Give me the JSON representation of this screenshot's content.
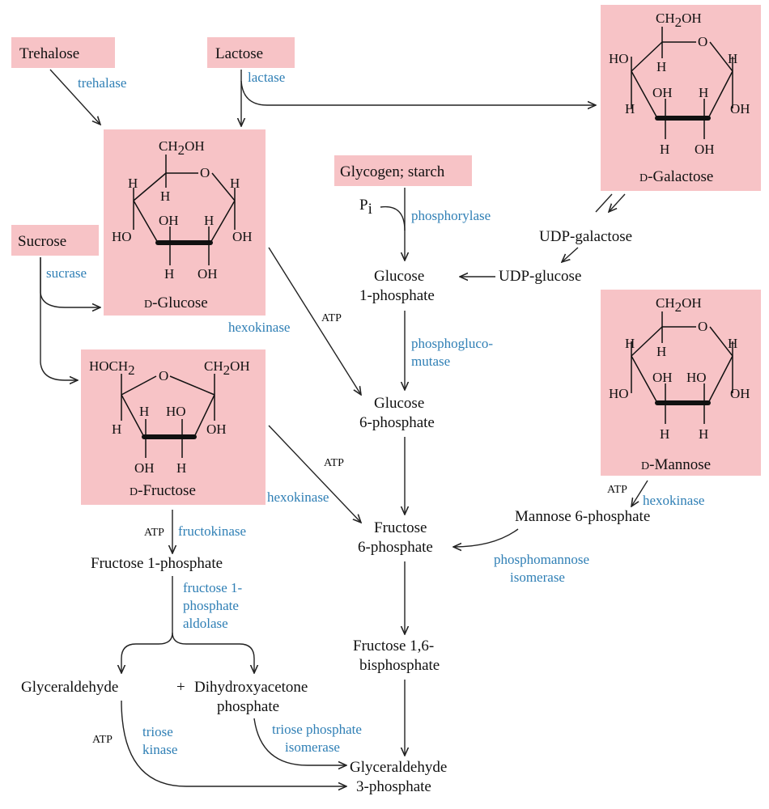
{
  "compounds": {
    "trehalose": "Trehalose",
    "lactose": "Lactose",
    "sucrose": "Sucrose",
    "glycogen_starch": "Glycogen; starch",
    "d_glucose_prefix": "D",
    "d_glucose": "-Glucose",
    "d_fructose_prefix": "D",
    "d_fructose": "-Fructose",
    "d_galactose_prefix": "D",
    "d_galactose": "-Galactose",
    "d_mannose_prefix": "D",
    "d_mannose": "-Mannose",
    "pi": "P",
    "pi_sub": "i",
    "udp_galactose": "UDP-galactose",
    "udp_glucose": "UDP-glucose",
    "glucose_1p_line1": "Glucose",
    "glucose_1p_line2": "1-phosphate",
    "glucose_6p_line1": "Glucose",
    "glucose_6p_line2": "6-phosphate",
    "fructose_6p_line1": "Fructose",
    "fructose_6p_line2": "6-phosphate",
    "mannose_6p": "Mannose 6-phosphate",
    "fructose_1p": "Fructose 1-phosphate",
    "fructose_16bp_line1": "Fructose 1,6-",
    "fructose_16bp_line2": "bisphosphate",
    "glyceraldehyde": "Glyceraldehyde",
    "plus": "+",
    "dhap_line1": "Dihydroxyacetone",
    "dhap_line2": "phosphate",
    "g3p_line1": "Glyceraldehyde",
    "g3p_line2": "3-phosphate"
  },
  "enzymes": {
    "trehalase": "trehalase",
    "lactase": "lactase",
    "sucrase": "sucrase",
    "phosphorylase": "phosphorylase",
    "hexokinase_glucose": "hexokinase",
    "hexokinase_fructose": "hexokinase",
    "hexokinase_mannose": "hexokinase",
    "phosphoglucomutase_line1": "phosphogluco-",
    "phosphoglucomutase_line2": "mutase",
    "fructokinase": "fructokinase",
    "fructose_aldolase_line1": "fructose 1-",
    "fructose_aldolase_line2": "phosphate",
    "fructose_aldolase_line3": "aldolase",
    "phosphomannose_line1": "phosphomannose",
    "phosphomannose_line2": "isomerase",
    "triose_kinase_line1": "triose",
    "triose_kinase_line2": "kinase",
    "tpi_line1": "triose phosphate",
    "tpi_line2": "isomerase"
  },
  "cofactors": {
    "atp_glucose": "ATP",
    "atp_fructose": "ATP",
    "atp_mannose": "ATP",
    "atp_fructokinase": "ATP",
    "atp_triose": "ATP"
  },
  "atoms": {
    "ch2oh": "CH",
    "ch2oh_sub": "2",
    "ch2oh_tail": "OH",
    "hoch2_head": "HOCH",
    "hoch2_sub": "2",
    "o": "O",
    "h": "H",
    "oh": "OH",
    "ho": "HO"
  },
  "colors": {
    "highlight_box": "#f7c3c6",
    "enzyme_text": "#2f7fb5"
  }
}
